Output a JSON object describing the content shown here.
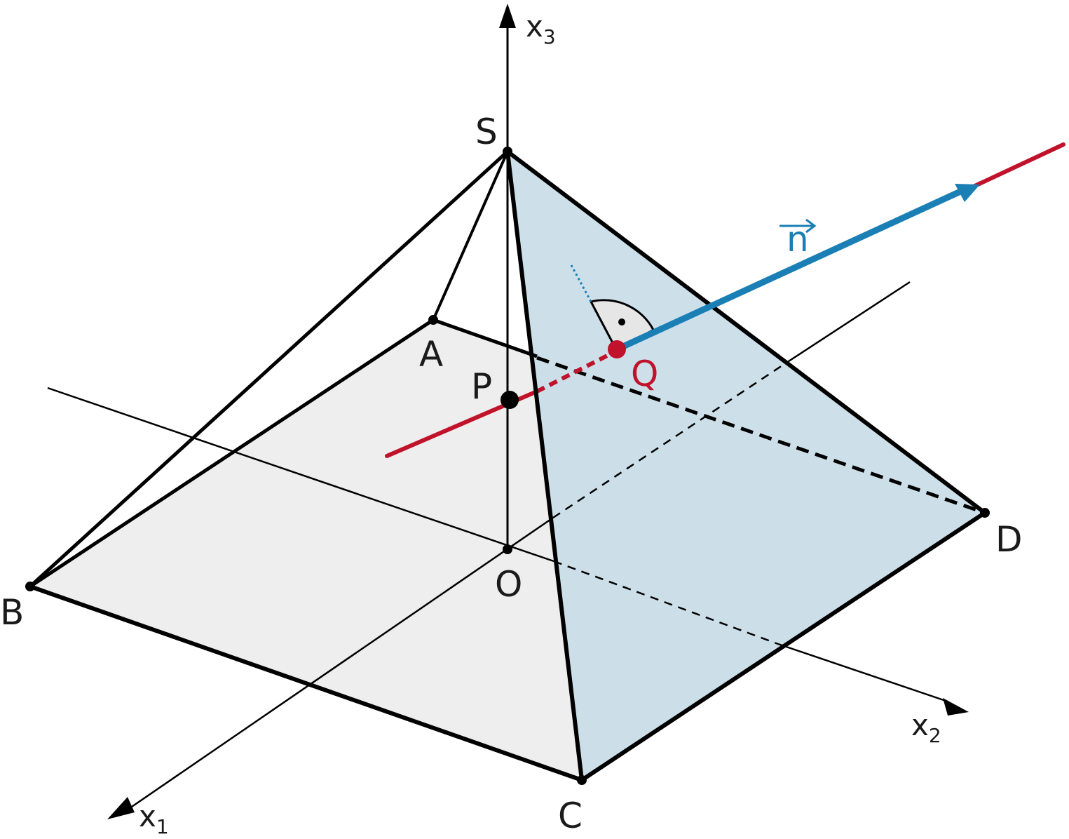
{
  "points": {
    "S": "S",
    "A": "A",
    "B": "B",
    "C": "C",
    "D": "D",
    "O": "O",
    "P": "P",
    "Q": "Q"
  },
  "axes": {
    "x1": {
      "base": "x",
      "sub": "1"
    },
    "x2": {
      "base": "x",
      "sub": "2"
    },
    "x3": {
      "base": "x",
      "sub": "3"
    }
  },
  "vector": {
    "name": "n"
  },
  "colors": {
    "edge": "#000000",
    "base_fill": "#eeeeee",
    "face_fill": "#c8dde8",
    "line": "#c0122a",
    "vector": "#1a7fb5",
    "label_q": "#c0122a",
    "label_n": "#1a7fb5"
  }
}
